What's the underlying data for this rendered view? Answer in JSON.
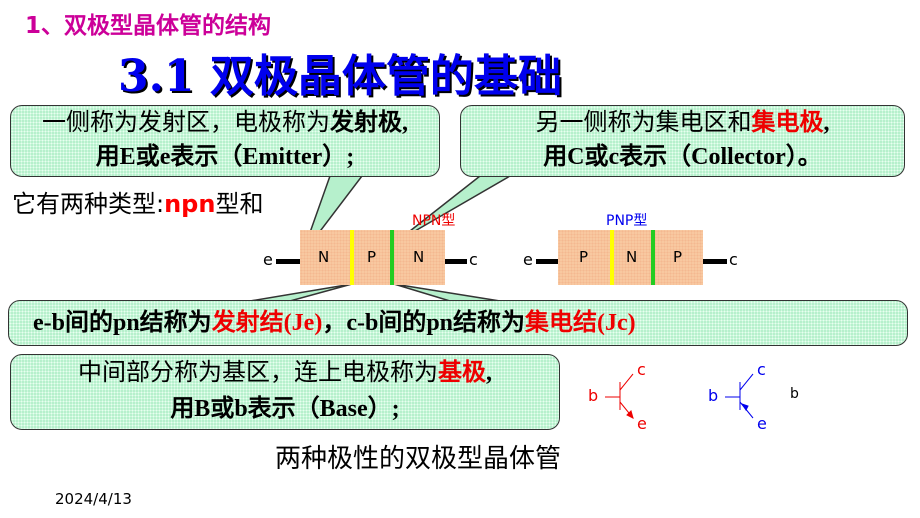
{
  "subtitle": "1、双极型晶体管的结构",
  "title": "3.1 双极晶体管的基础",
  "intro": {
    "text": "它有两种类型:",
    "highlight": "npn",
    "suffix": "型和"
  },
  "callouts": {
    "emitter": {
      "line1": "一侧称为发射区，电极称为",
      "line1_bold": "发射极",
      "line1_end": ",",
      "line2": "用E或e表示（Emitter）;"
    },
    "collector": {
      "line1": "另一侧称为集电区和",
      "line1_red": "集电极",
      "line1_end": ",",
      "line2": "用C或c表示（Collector）。"
    },
    "junction": {
      "text": "e-b间的pn结称为",
      "red1": "发射结(Je)",
      "mid": "，c-b间的pn结称为",
      "red2": "集电结(Jc)"
    },
    "base": {
      "line1": "中间部分称为基区，连上电极称为",
      "line1_red": "基极",
      "line1_end": ",",
      "line2": "用B或b表示（Base）;"
    }
  },
  "npn": {
    "label": "NPN型",
    "layers": [
      "N",
      "P",
      "N"
    ],
    "left_terminal": "e",
    "right_terminal": "c"
  },
  "pnp": {
    "label": "PNP型",
    "layers": [
      "P",
      "N",
      "P"
    ],
    "left_terminal": "e",
    "right_terminal": "c"
  },
  "symbols": {
    "npn": {
      "b": "b",
      "c": "c",
      "e": "e"
    },
    "pnp": {
      "b": "b",
      "c": "c",
      "e": "e"
    }
  },
  "caption": "两种极性的双极型晶体管",
  "date": "2024/4/13",
  "colors": {
    "subtitle": "#cc0099",
    "title": "#0000ee",
    "callout": "#b6f0cc",
    "highlight": "#ee0000",
    "npn_label": "#ee0000",
    "pnp_label": "#0000ee"
  }
}
